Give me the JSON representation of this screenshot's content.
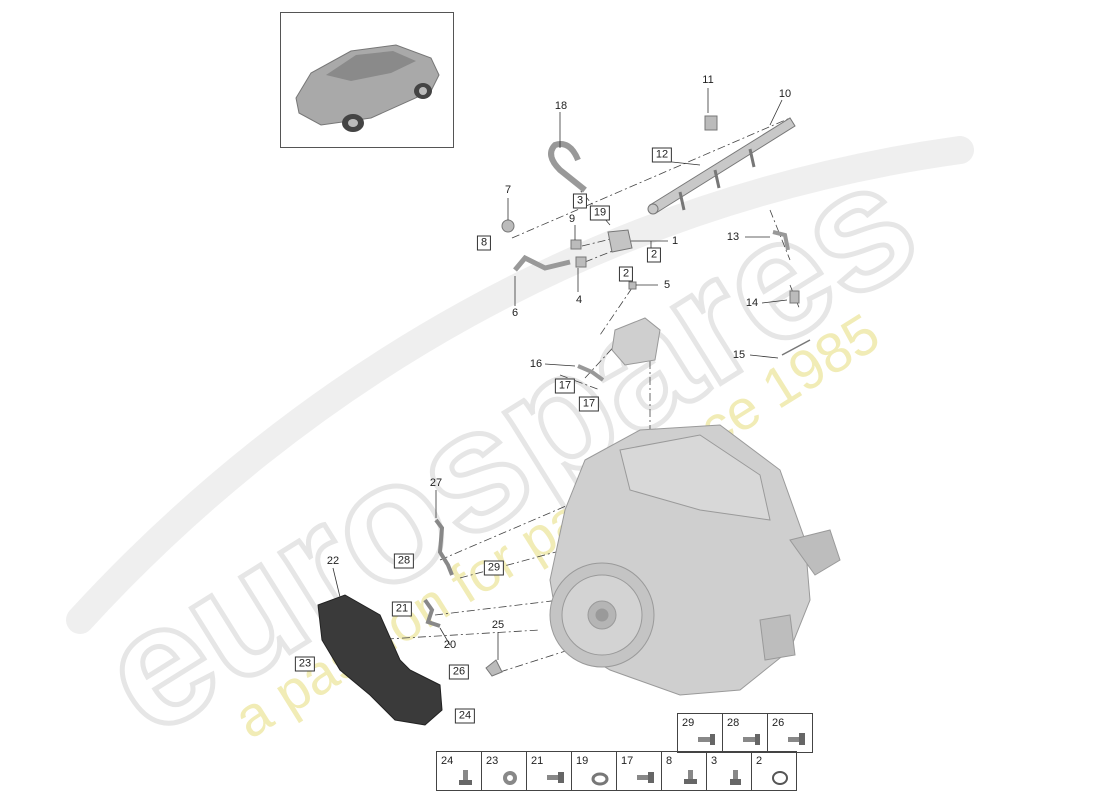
{
  "watermark": {
    "brand": "eurospares",
    "tagline": "a passion for parts since 1985"
  },
  "thumbnail": {
    "icon": "car-icon"
  },
  "labels": {
    "p1": "1",
    "p2": "2",
    "p4": "4",
    "p5": "5",
    "p6": "6",
    "p7": "7",
    "p9": "9",
    "p10": "10",
    "p11": "11",
    "p13": "13",
    "p14": "14",
    "p15": "15",
    "p16": "16",
    "p18": "18",
    "p20": "20",
    "p22": "22",
    "p25": "25",
    "p27": "27"
  },
  "boxes": {
    "b2a": "2",
    "b2b": "2",
    "b3": "3",
    "b8": "8",
    "b12": "12",
    "b17a": "17",
    "b17b": "17",
    "b19": "19",
    "b21": "21",
    "b23": "23",
    "b24": "24",
    "b26": "26",
    "b28": "28",
    "b29": "29"
  },
  "legend": {
    "row1": [
      "29",
      "28",
      "26"
    ],
    "row2": [
      "24",
      "23",
      "21",
      "19",
      "17",
      "8",
      "3",
      "2"
    ]
  },
  "colors": {
    "line": "#333333",
    "part_fill": "#bfbfbf",
    "watermark_gray": "#e8e8e8",
    "watermark_yellow": "#f0eab0"
  }
}
